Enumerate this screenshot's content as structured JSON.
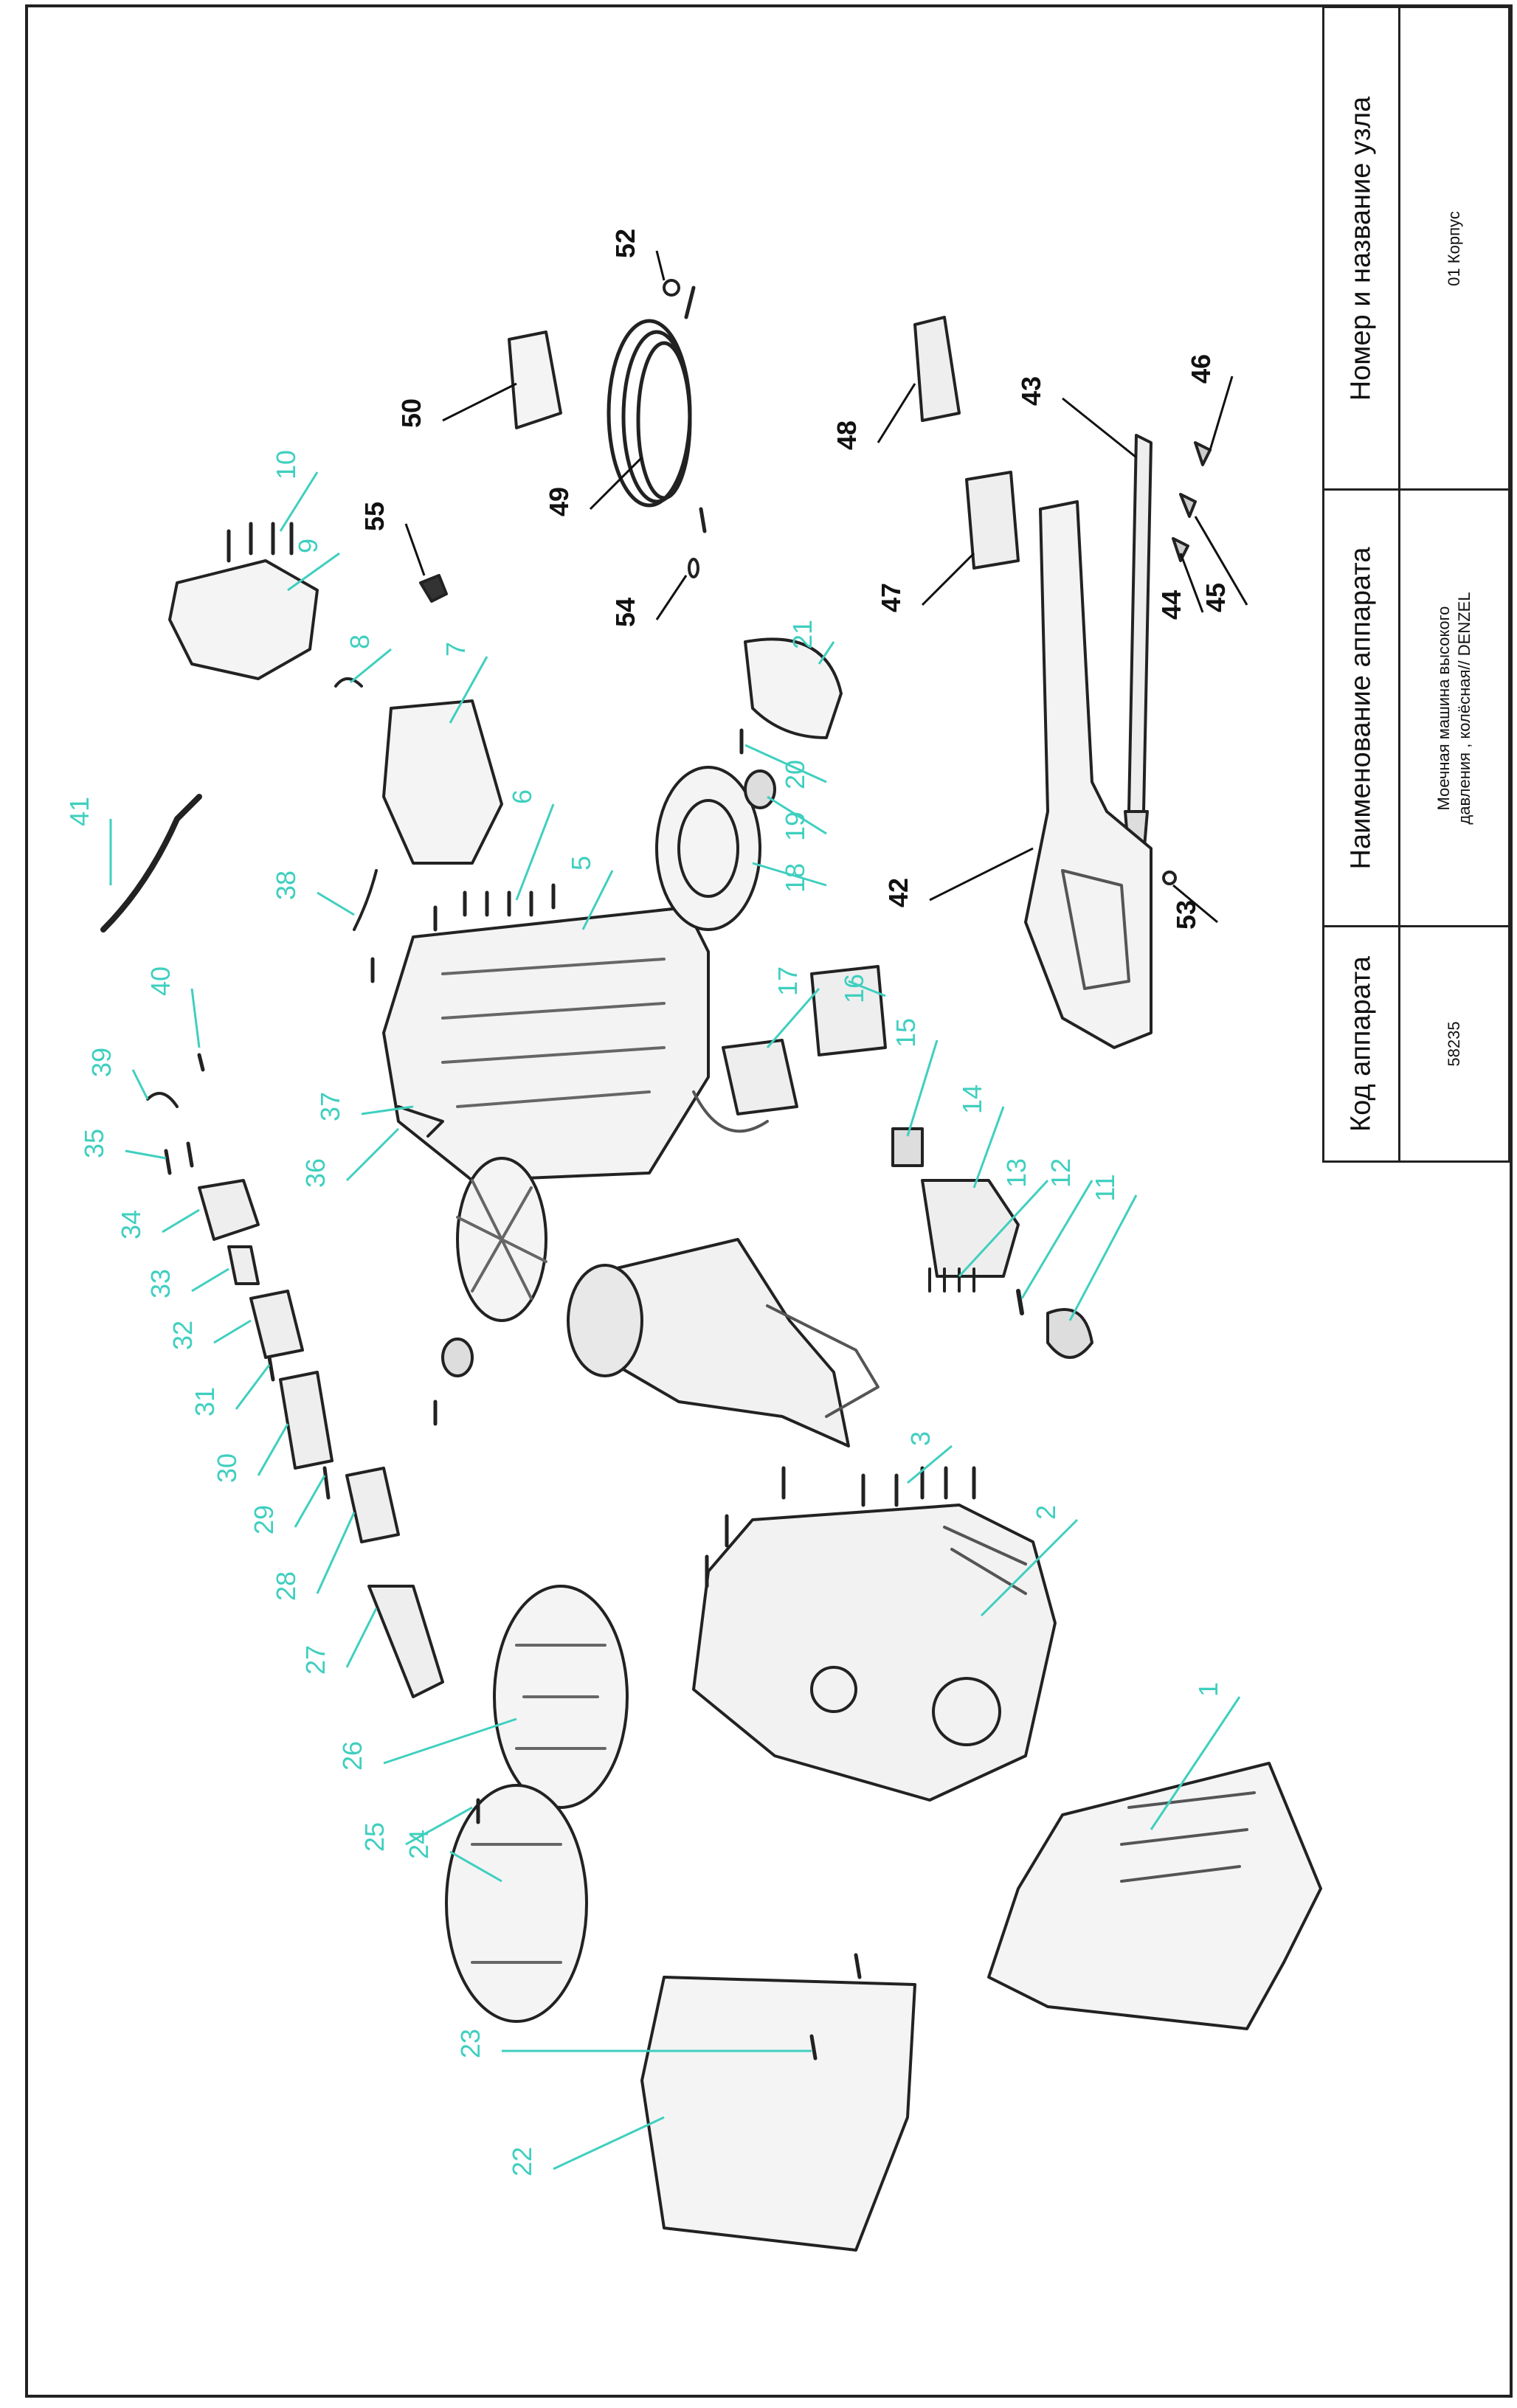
{
  "title_block": {
    "headers": {
      "code": "Код аппарата",
      "name": "Наименование аппарата",
      "node": "Номер и название узла"
    },
    "values": {
      "code": "58235",
      "name_line1": "Моечная машина высокого",
      "name_line2": "давления , колёсная// DENZEL",
      "node": "01 Корпус"
    }
  },
  "callout_colors": {
    "teal": "#3fcfbf",
    "black": "#111111"
  },
  "callouts": [
    {
      "n": "1",
      "c": "teal"
    },
    {
      "n": "2",
      "c": "teal"
    },
    {
      "n": "3",
      "c": "teal"
    },
    {
      "n": "5",
      "c": "teal"
    },
    {
      "n": "6",
      "c": "teal"
    },
    {
      "n": "7",
      "c": "teal"
    },
    {
      "n": "8",
      "c": "teal"
    },
    {
      "n": "9",
      "c": "teal"
    },
    {
      "n": "10",
      "c": "teal"
    },
    {
      "n": "11",
      "c": "teal"
    },
    {
      "n": "12",
      "c": "teal"
    },
    {
      "n": "13",
      "c": "teal"
    },
    {
      "n": "14",
      "c": "teal"
    },
    {
      "n": "15",
      "c": "teal"
    },
    {
      "n": "16",
      "c": "teal"
    },
    {
      "n": "17",
      "c": "teal"
    },
    {
      "n": "18",
      "c": "teal"
    },
    {
      "n": "19",
      "c": "teal"
    },
    {
      "n": "20",
      "c": "teal"
    },
    {
      "n": "21",
      "c": "teal"
    },
    {
      "n": "22",
      "c": "teal"
    },
    {
      "n": "23",
      "c": "teal"
    },
    {
      "n": "24",
      "c": "teal"
    },
    {
      "n": "25",
      "c": "teal"
    },
    {
      "n": "26",
      "c": "teal"
    },
    {
      "n": "27",
      "c": "teal"
    },
    {
      "n": "28",
      "c": "teal"
    },
    {
      "n": "29",
      "c": "teal"
    },
    {
      "n": "30",
      "c": "teal"
    },
    {
      "n": "31",
      "c": "teal"
    },
    {
      "n": "32",
      "c": "teal"
    },
    {
      "n": "33",
      "c": "teal"
    },
    {
      "n": "34",
      "c": "teal"
    },
    {
      "n": "35",
      "c": "teal"
    },
    {
      "n": "36",
      "c": "teal"
    },
    {
      "n": "37",
      "c": "teal"
    },
    {
      "n": "38",
      "c": "teal"
    },
    {
      "n": "39",
      "c": "teal"
    },
    {
      "n": "40",
      "c": "teal"
    },
    {
      "n": "41",
      "c": "teal"
    },
    {
      "n": "42",
      "c": "black"
    },
    {
      "n": "43",
      "c": "black"
    },
    {
      "n": "44",
      "c": "black"
    },
    {
      "n": "45",
      "c": "black"
    },
    {
      "n": "46",
      "c": "black"
    },
    {
      "n": "47",
      "c": "black"
    },
    {
      "n": "48",
      "c": "black"
    },
    {
      "n": "49",
      "c": "black"
    },
    {
      "n": "50",
      "c": "black"
    },
    {
      "n": "52",
      "c": "black"
    },
    {
      "n": "53",
      "c": "black"
    },
    {
      "n": "54",
      "c": "black"
    },
    {
      "n": "55",
      "c": "black"
    }
  ]
}
